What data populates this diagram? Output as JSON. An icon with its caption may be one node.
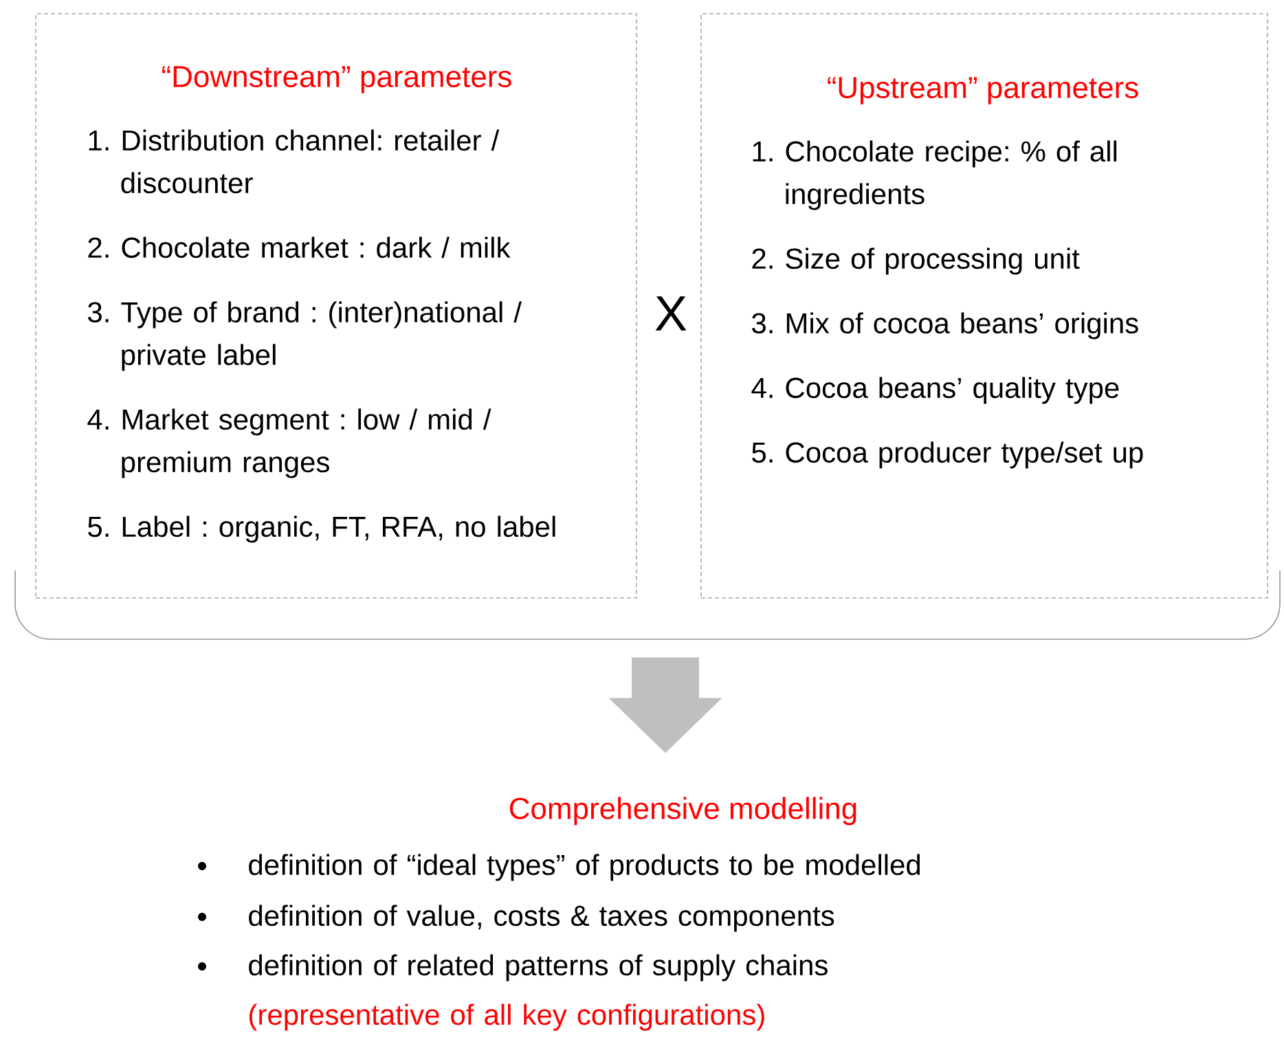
{
  "diagram": {
    "nodes": [
      {
        "text": [],
        "shape": "bracket"
      },
      {
        "text": [
          "“Downstream” parameters",
          "1. Distribution channel: retailer / discounter",
          "2. Chocolate market : dark / milk",
          "3. Type of brand : (inter)national / private label",
          "4. Market segment : low / mid / premium ranges",
          "5. Label : organic, FT, RFA, no label"
        ]
      },
      {
        "text": [
          "“Upstream” parameters",
          "1. Chocolate recipe: % of all ingredients",
          "2. Size of processing unit",
          "3. Mix of cocoa beans’ origins",
          "4. Cocoa beans’ quality type",
          "5. Cocoa producer type/set up"
        ]
      },
      {
        "text": [
          "Comprehensive modelling",
          "definition of “ideal types” of products to be modelled",
          "definition of value, costs & taxes components",
          "definition of related patterns of supply chains",
          "(representative of all key configurations)"
        ]
      }
    ],
    "edges": [
      {
        "from": 0,
        "to": 3,
        "arrow": "to"
      }
    ],
    "labels": [
      "X"
    ]
  }
}
